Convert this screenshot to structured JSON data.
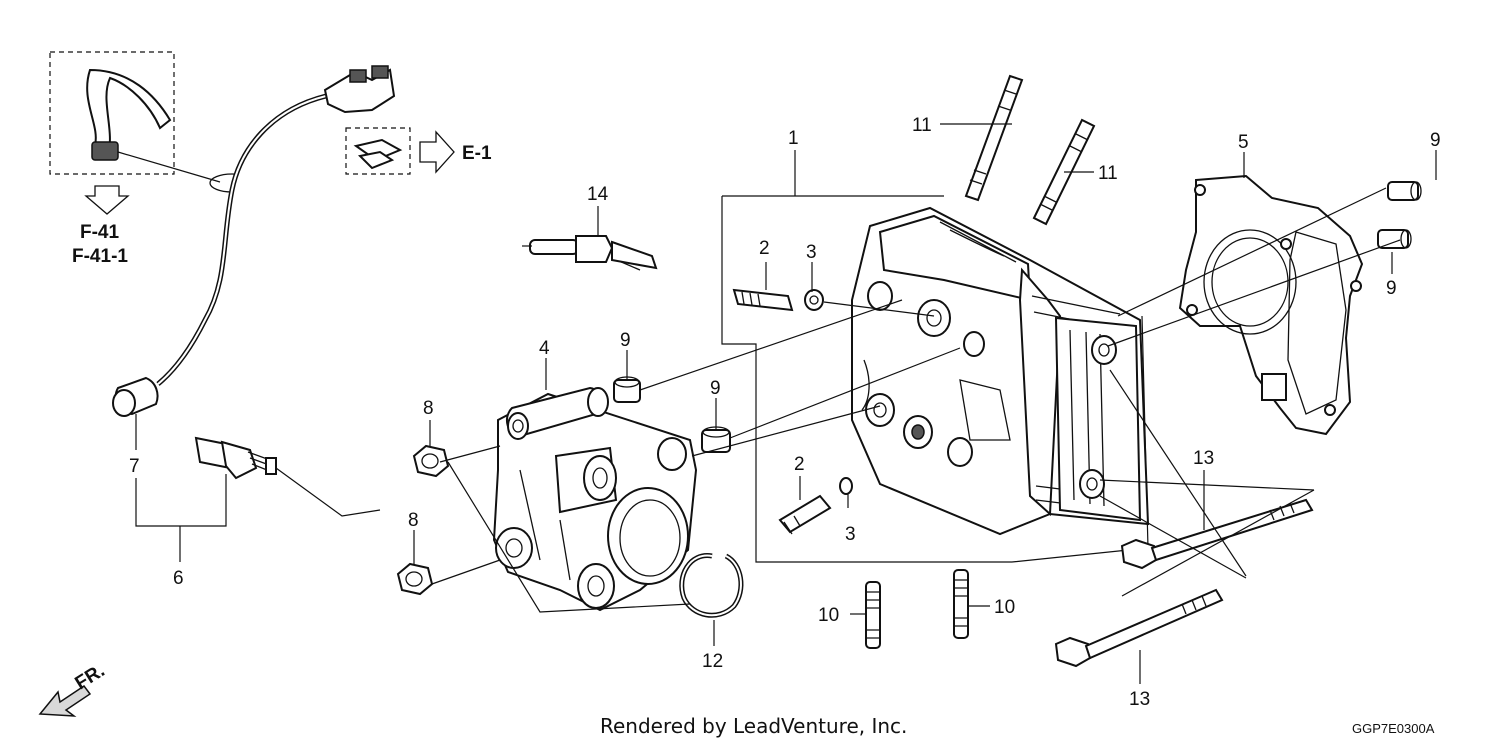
{
  "callouts": {
    "c1": "1",
    "c2a": "2",
    "c2b": "2",
    "c3a": "3",
    "c3b": "3",
    "c4": "4",
    "c5": "5",
    "c6": "6",
    "c7": "7",
    "c8a": "8",
    "c8b": "8",
    "c9a": "9",
    "c9b": "9",
    "c9c": "9",
    "c9d": "9",
    "c10a": "10",
    "c10b": "10",
    "c11a": "11",
    "c11b": "11",
    "c12": "12",
    "c13a": "13",
    "c13b": "13",
    "c14": "14"
  },
  "references": {
    "e1": "E-1",
    "f41": "F-41",
    "f411": "F-41-1",
    "fr": "FR."
  },
  "footer": {
    "credit": "Rendered by LeadVenture, Inc.",
    "diagram_code": "GGP7E0300A"
  }
}
